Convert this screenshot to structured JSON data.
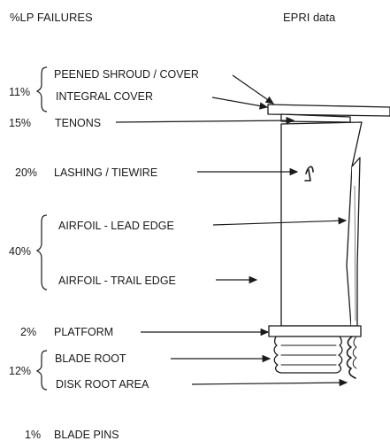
{
  "header": {
    "title": "%LP FAILURES",
    "source": "EPRI data"
  },
  "labels": {
    "peened_shroud": "PEENED SHROUD / COVER",
    "integral_cover": "INTEGRAL COVER",
    "tenons": "TENONS",
    "lashing": "LASHING / TIEWIRE",
    "airfoil_lead": "AIRFOIL - LEAD EDGE",
    "airfoil_trail": "AIRFOIL - TRAIL EDGE",
    "platform": "PLATFORM",
    "blade_root": "BLADE ROOT",
    "disk_root": "DISK ROOT AREA",
    "blade_pins": "BLADE PINS"
  },
  "percentages": {
    "cover": "11%",
    "tenons": "15%",
    "lashing": "20%",
    "airfoil": "40%",
    "platform": "2%",
    "root": "12%",
    "pins": "1%"
  }
}
